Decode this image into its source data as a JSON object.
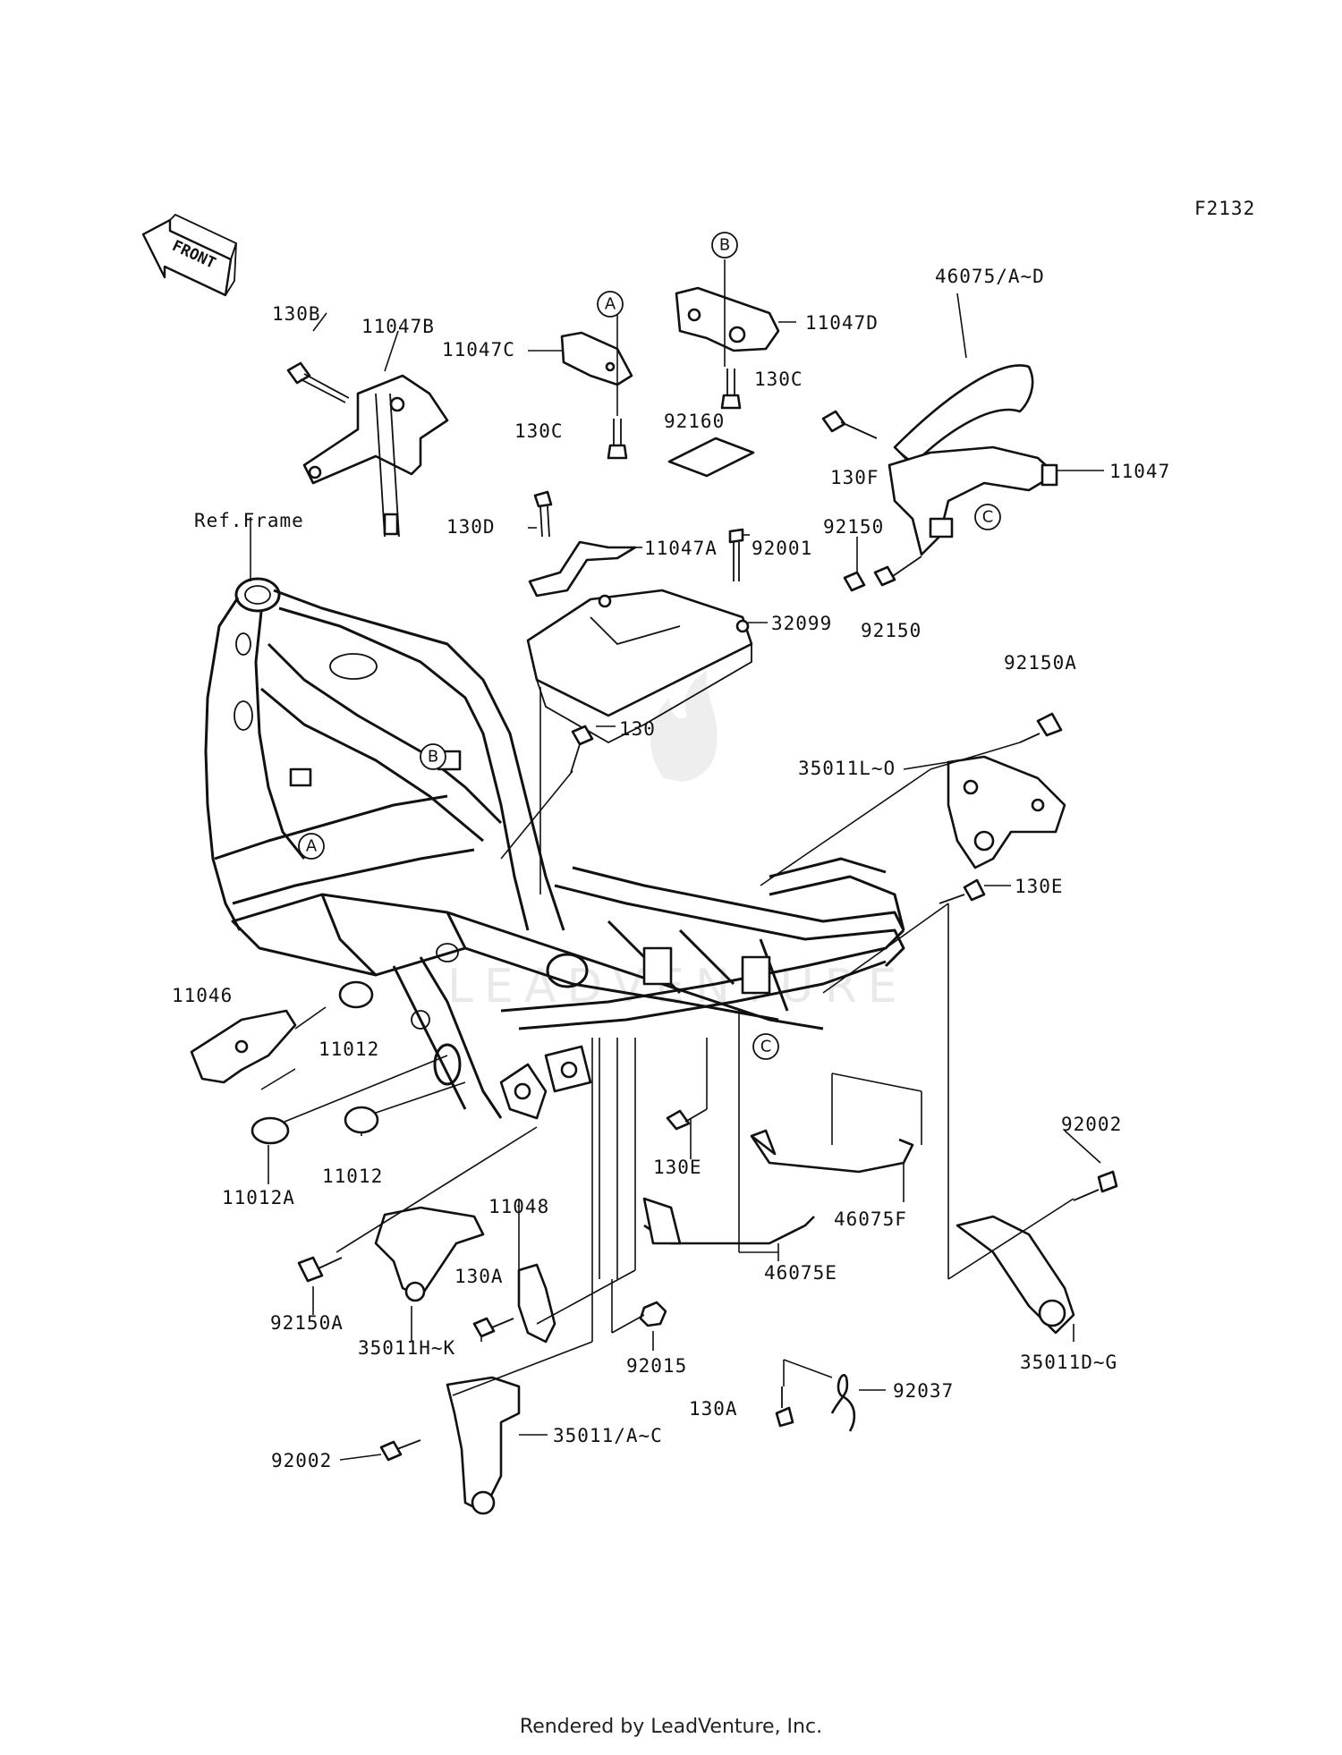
{
  "figure_code": "F2132",
  "front_arrow": {
    "label": "FRONT",
    "icon": "front-arrow-icon"
  },
  "ref_frame_label": "Ref.Frame",
  "footer": "Rendered by LeadVenture, Inc.",
  "watermark": "LEADVENTURE",
  "callouts": [
    "A",
    "A",
    "B",
    "B",
    "C",
    "C"
  ],
  "parts": [
    "130B",
    "11047B",
    "11047C",
    "130C",
    "130C",
    "11047D",
    "46075/A~D",
    "92160",
    "130F",
    "11047",
    "92150",
    "92150",
    "130D",
    "11047A",
    "92001",
    "32099",
    "92150A",
    "130",
    "35011L~O",
    "130E",
    "11046",
    "11012",
    "11012",
    "11012A",
    "130E",
    "46075F",
    "92002",
    "11048",
    "46075E",
    "92150A",
    "130A",
    "35011H~K",
    "92015",
    "35011D~G",
    "92037",
    "130A",
    "92002",
    "35011/A~C"
  ]
}
